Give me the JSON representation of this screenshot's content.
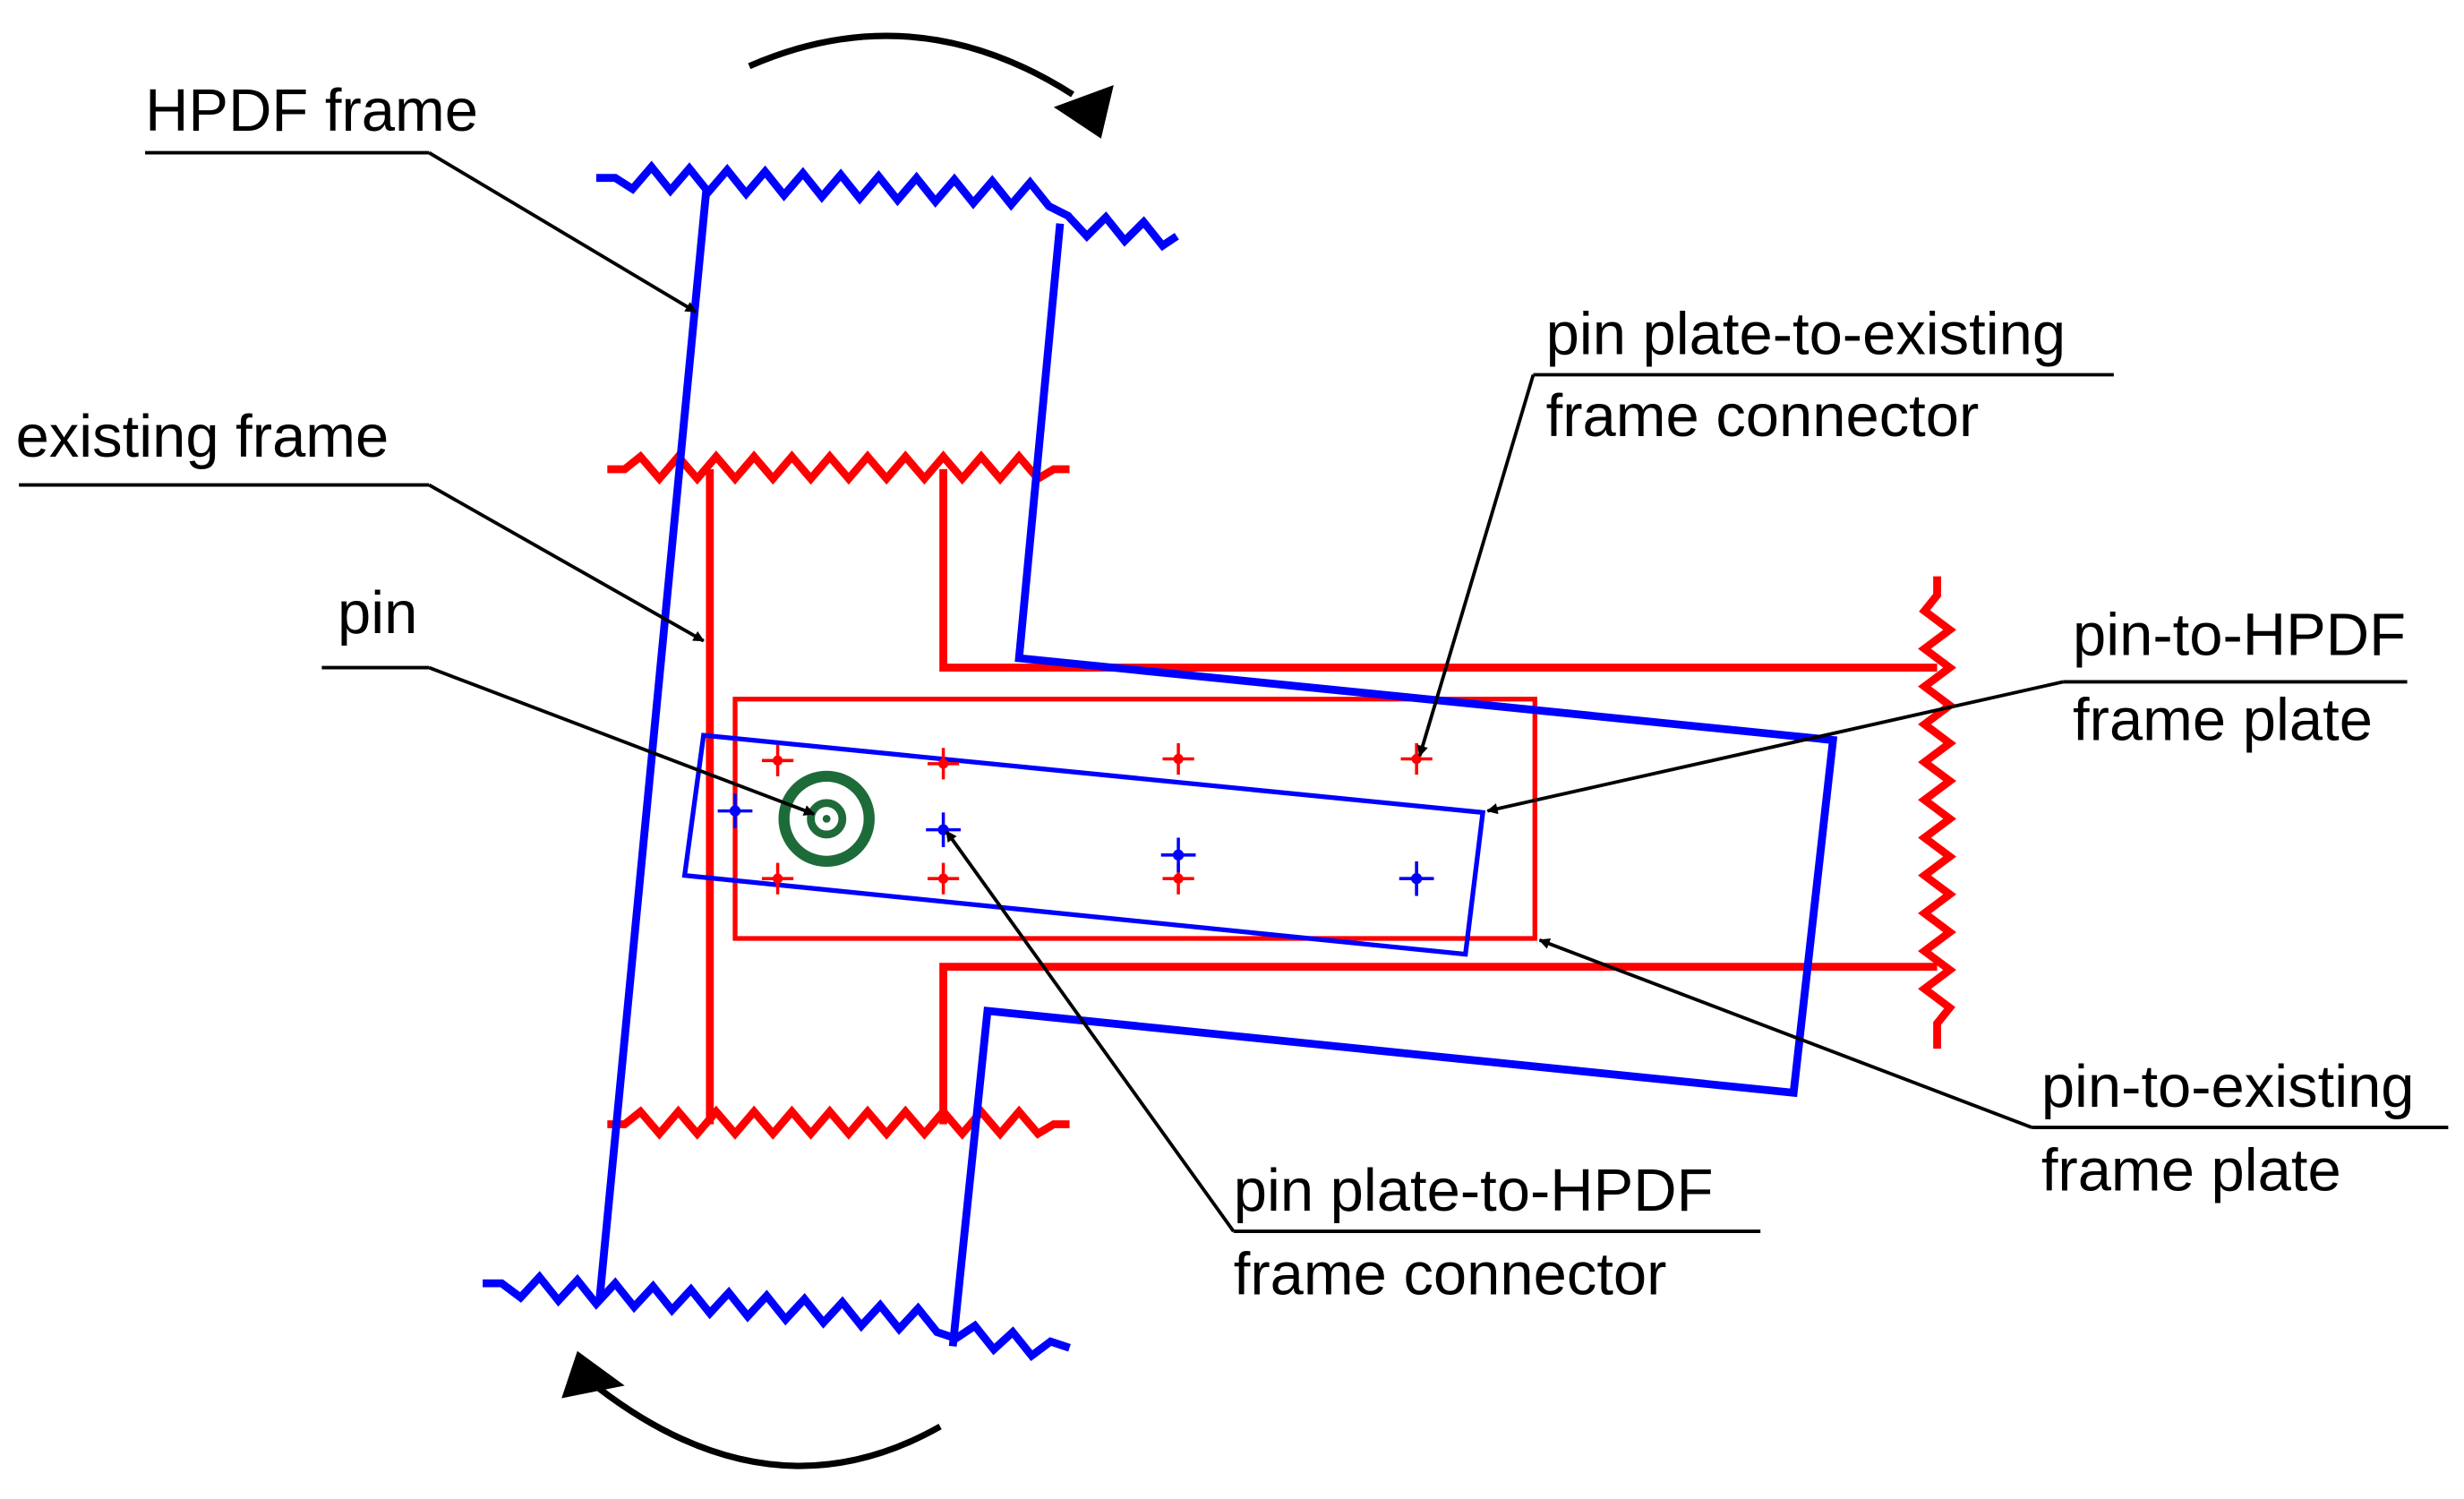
{
  "labels": {
    "hpdf_frame": "HPDF frame",
    "existing_frame": "existing frame",
    "pin": "pin",
    "pin_plate_existing_line1": "pin plate-to-existing",
    "pin_plate_existing_line2": "frame connector",
    "pin_to_hpdf_line1": "pin-to-HPDF",
    "pin_to_hpdf_line2": "frame plate",
    "pin_to_existing_line1": "pin-to-existing",
    "pin_to_existing_line2": "frame plate",
    "pin_plate_hpdf_line1": "pin plate-to-HPDF",
    "pin_plate_hpdf_line2": "frame connector"
  },
  "colors": {
    "existing_frame": "#ff0000",
    "hpdf_frame": "#0000ff",
    "pin": "#1e6b3a",
    "annotation": "#000000"
  }
}
